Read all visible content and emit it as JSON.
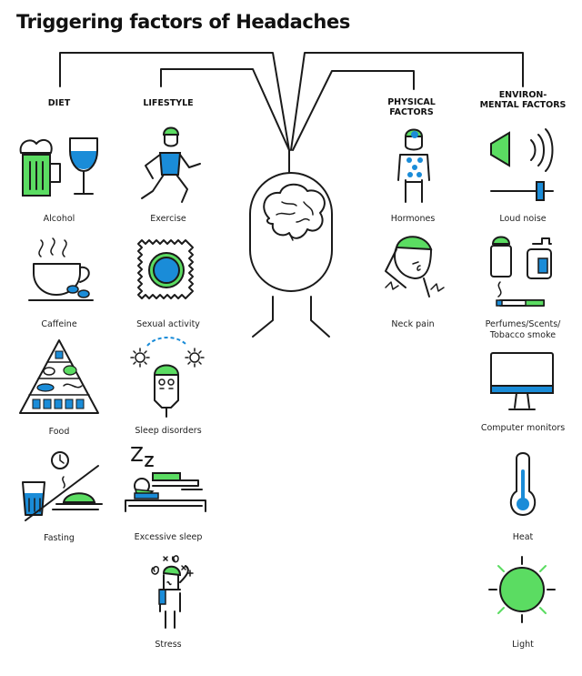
{
  "title": "Triggering factors of Headaches",
  "colors": {
    "green": "#5bdc62",
    "blue": "#1a8cd8",
    "outline": "#1a1a1a"
  },
  "categories": {
    "diet": "DIET",
    "lifestyle": "LIFESTYLE",
    "physical": [
      "PHYSICAL",
      "FACTORS"
    ],
    "environmental": [
      "ENVIRON-",
      "MENTAL FACTORS"
    ]
  },
  "diet": [
    {
      "label": "Alcohol",
      "icon": "alcohol-icon"
    },
    {
      "label": "Caffeine",
      "icon": "coffee-cup-icon"
    },
    {
      "label": "Food",
      "icon": "food-pyramid-icon"
    },
    {
      "label": "Fasting",
      "icon": "fasting-icon"
    }
  ],
  "lifestyle": [
    {
      "label": "Exercise",
      "icon": "runner-icon"
    },
    {
      "label": "Sexual activity",
      "icon": "condom-icon"
    },
    {
      "label": "Sleep disorders",
      "icon": "sleepless-head-icon"
    },
    {
      "label": "Excessive sleep",
      "icon": "sleeping-person-icon"
    },
    {
      "label": "Stress",
      "icon": "stressed-person-icon"
    }
  ],
  "physical": [
    {
      "label": "Hormones",
      "icon": "hormones-icon"
    },
    {
      "label": "Neck pain",
      "icon": "neck-pain-icon"
    }
  ],
  "environmental": [
    {
      "label": "Loud noise",
      "icon": "speaker-icon"
    },
    {
      "label": [
        "Perfumes/Scents/",
        "Tobacco smoke"
      ],
      "icon": "perfume-smoke-icon"
    },
    {
      "label": "Computer monitors",
      "icon": "monitor-icon"
    },
    {
      "label": "Heat",
      "icon": "thermometer-icon"
    },
    {
      "label": "Light",
      "icon": "sun-icon"
    }
  ],
  "center_icon": "head-brain-icon"
}
